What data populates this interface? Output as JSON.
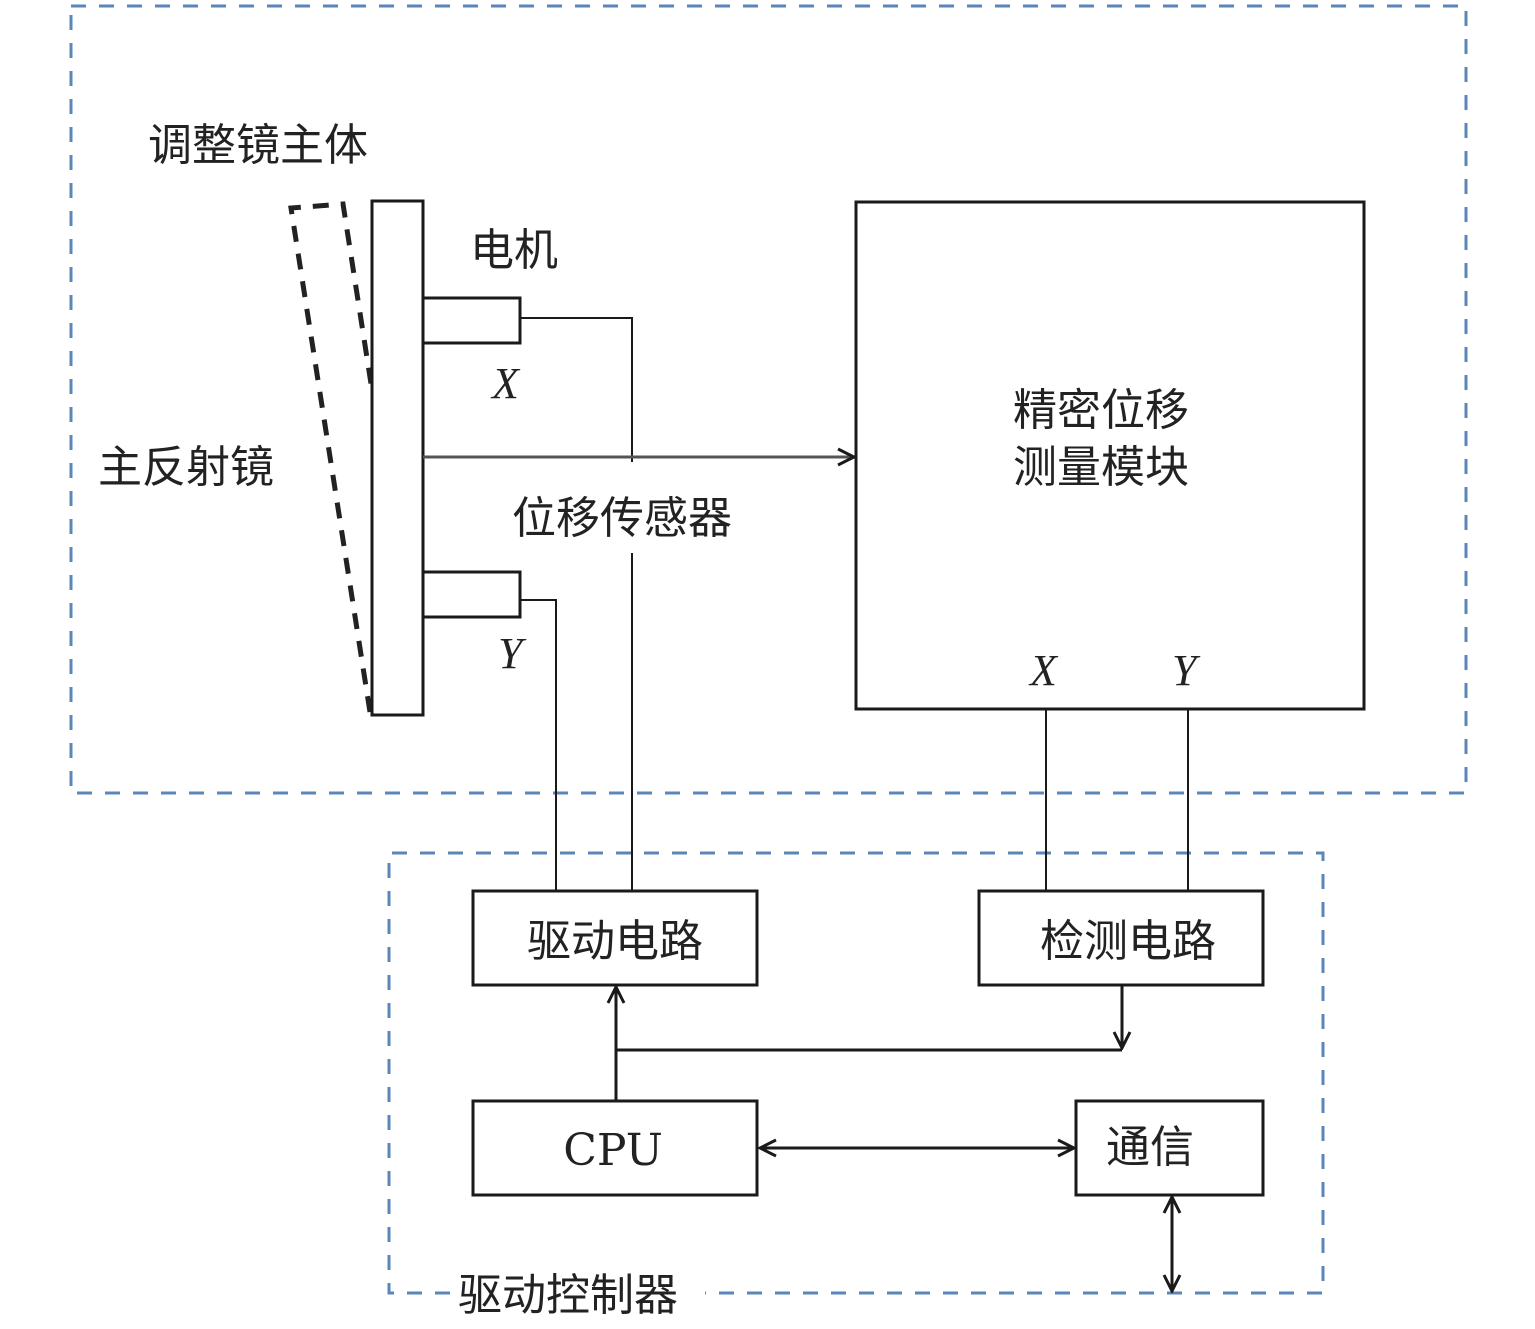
{
  "colors": {
    "frame_dashed": "#5b86b8",
    "line": "#1a1a1a",
    "background": "#ffffff"
  },
  "groups": {
    "mirror_body": {
      "label": "调整镜主体"
    },
    "drive_controller": {
      "label": "驱动控制器"
    }
  },
  "labels": {
    "primary_mirror": "主反射镜",
    "motor": "电机",
    "motor_x": "X",
    "motor_y": "Y",
    "displacement_sensor": "位移传感器"
  },
  "blocks": {
    "measurement_module": {
      "line1": "精密位移",
      "line2": "测量模块",
      "port_x": "X",
      "port_y": "Y"
    },
    "drive_circuit": {
      "label": "驱动电路"
    },
    "detect_circuit": {
      "label": "检测电路"
    },
    "cpu": {
      "label": "CPU"
    },
    "comm": {
      "label": "通信"
    }
  },
  "connections": [
    {
      "from": "motor_x",
      "to": "drive_circuit"
    },
    {
      "from": "motor_y",
      "to": "drive_circuit"
    },
    {
      "from": "mirror_support",
      "to": "measurement_module",
      "via": "displacement_sensor",
      "arrow": "end"
    },
    {
      "from": "measurement_module.port_x",
      "to": "detect_circuit"
    },
    {
      "from": "measurement_module.port_y",
      "to": "detect_circuit"
    },
    {
      "from": "cpu",
      "to": "drive_circuit",
      "arrow": "end"
    },
    {
      "from": "detect_circuit",
      "to": "cpu",
      "arrow": "end"
    },
    {
      "from": "cpu",
      "to": "comm",
      "arrow": "both"
    },
    {
      "from": "comm",
      "to": "external",
      "arrow": "both"
    }
  ]
}
